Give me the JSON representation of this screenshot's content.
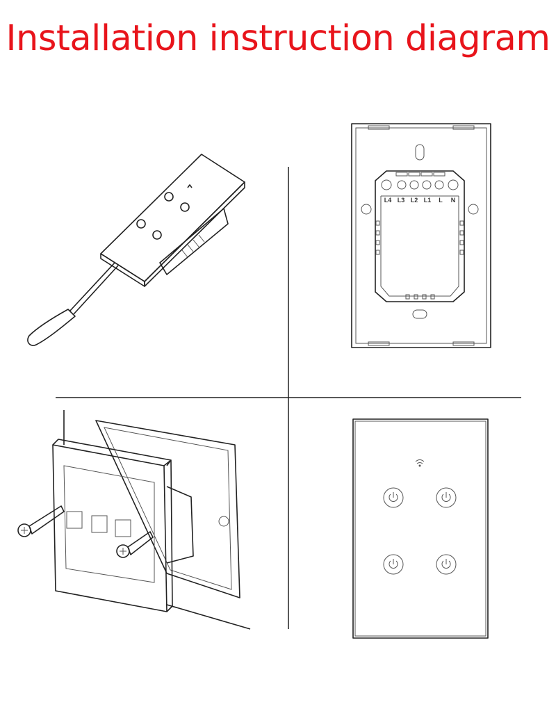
{
  "title": "Installation instruction diagram",
  "colors": {
    "title": "#e8141b",
    "line": "#222222"
  },
  "steps": [
    {
      "name": "pry-open-panel",
      "icon": "screwdriver-icon"
    },
    {
      "name": "backplate-wiring",
      "terminals": [
        "L4",
        "L3",
        "L2",
        "L1",
        "L",
        "N"
      ]
    },
    {
      "name": "screw-mount",
      "icon": "screw-icon"
    },
    {
      "name": "finished-front-panel",
      "buttons": 4,
      "icon": "wifi-icon"
    }
  ]
}
